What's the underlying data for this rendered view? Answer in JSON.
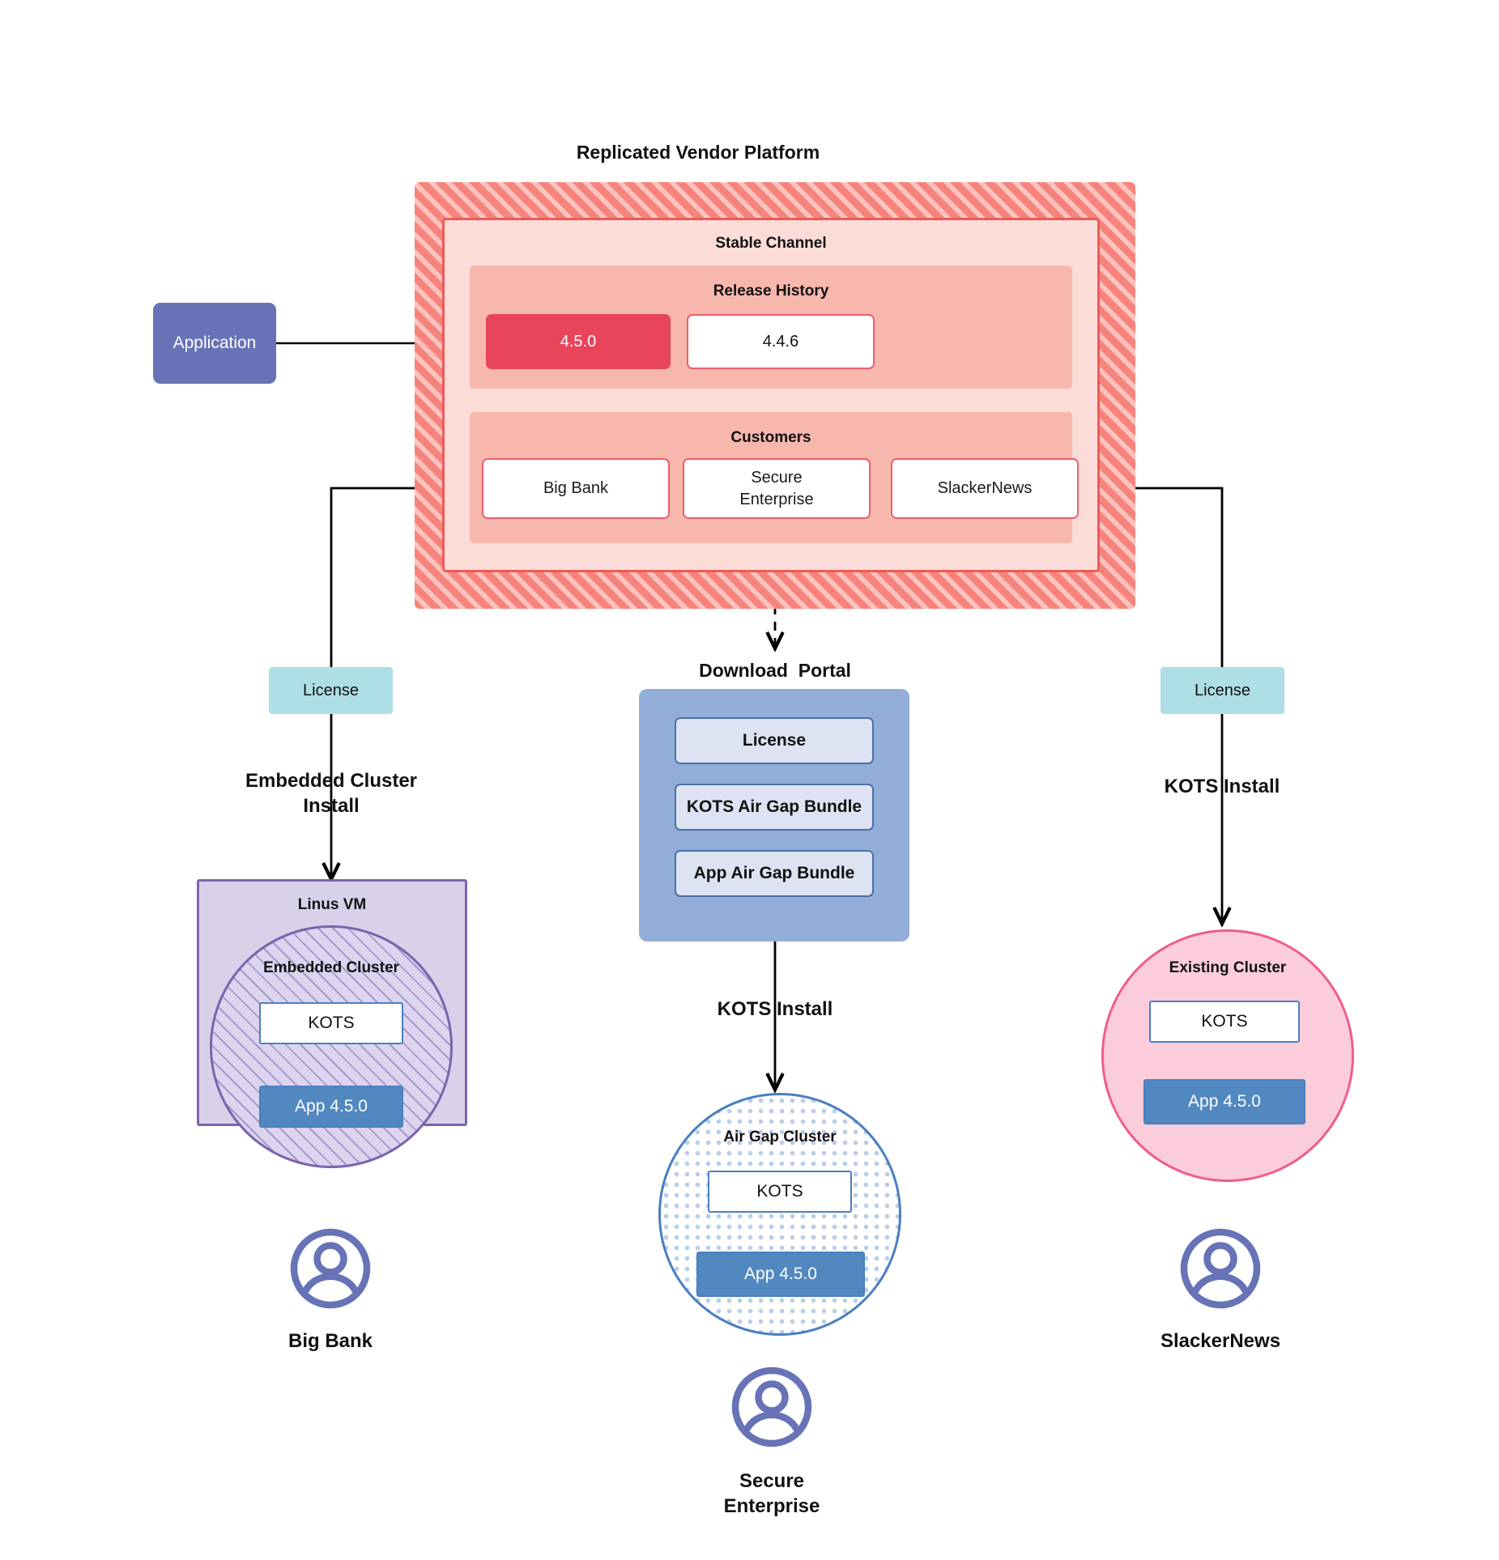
{
  "diagram": {
    "title": "Replicated Vendor Platform",
    "platform": {
      "label": "Replicated Vendor Platform",
      "stable_channel": {
        "label": "Stable Channel",
        "release_history": {
          "label": "Release History",
          "releases": [
            {
              "version": "4.5.0",
              "state": "current"
            },
            {
              "version": "4.4.6",
              "state": "previous"
            }
          ]
        },
        "customers": {
          "label": "Customers",
          "items": [
            {
              "name": "Big Bank"
            },
            {
              "name": "Secure\nEnterprise"
            },
            {
              "name": "SlackerNews"
            }
          ]
        }
      }
    },
    "application_node": {
      "label": "Application"
    },
    "licenses": {
      "left": "License",
      "right": "License"
    },
    "flow_labels": {
      "embedded_cluster_install": "Embedded Cluster\nInstall",
      "kots_install_right": "KOTS Install",
      "kots_install_center": "KOTS Install"
    },
    "download_portal": {
      "title": "Download  Portal",
      "items": [
        {
          "label": "License"
        },
        {
          "label": "KOTS Air Gap Bundle"
        },
        {
          "label": "App Air Gap Bundle"
        }
      ]
    },
    "targets": {
      "left": {
        "outer_label": "Linus VM",
        "cluster_label": "Embedded Cluster",
        "kots_label": "KOTS",
        "app_label": "App 4.5.0",
        "customer_label": "Big Bank",
        "avatar": "user-avatar-icon"
      },
      "center": {
        "cluster_label": "Air Gap Cluster",
        "kots_label": "KOTS",
        "app_label": "App 4.5.0",
        "customer_label": "Secure\nEnterprise",
        "avatar": "user-avatar-icon"
      },
      "right": {
        "cluster_label": "Existing Cluster",
        "kots_label": "KOTS",
        "app_label": "App 4.5.0",
        "customer_label": "SlackerNews",
        "avatar": "user-avatar-icon"
      }
    },
    "colors": {
      "platform_hatch": "#f6847c",
      "stable_channel_bg": "#fbdcd7",
      "release_history_bg": "#f8b7ad",
      "release_current": "#e8445a",
      "release_border": "#ef5d6e",
      "application_node": "#6773b6",
      "license_pill": "#aedee6",
      "portal_bg": "#92aed8",
      "portal_item_bg": "#dde3f3",
      "vm_bg": "#d9d0ea",
      "vm_border": "#7b64ae",
      "airgap_border": "#4b7fc0",
      "existing_cluster_bg": "#fbccd9",
      "existing_cluster_border": "#ef5d8a",
      "app_version_box": "#5288c0",
      "avatar": "#6773b6"
    }
  }
}
